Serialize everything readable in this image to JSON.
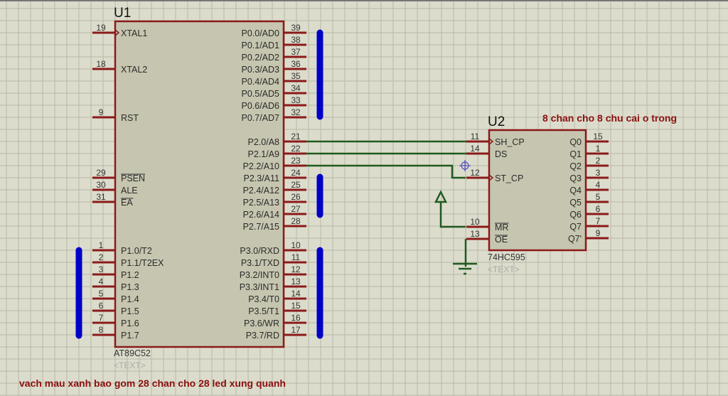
{
  "schematic": {
    "u1": {
      "ref": "U1",
      "part": "AT89C52",
      "text_placeholder": "<TEXT>",
      "left_pins": [
        {
          "num": "19",
          "label": "XTAL1",
          "clock": true
        },
        {
          "num": "18",
          "label": "XTAL2"
        },
        {
          "num": "9",
          "label": "RST"
        },
        {
          "num": "29",
          "label": "PSEN",
          "overbar": true
        },
        {
          "num": "30",
          "label": "ALE"
        },
        {
          "num": "31",
          "label": "EA",
          "overbar": true
        },
        {
          "num": "1",
          "label": "P1.0/T2"
        },
        {
          "num": "2",
          "label": "P1.1/T2EX"
        },
        {
          "num": "3",
          "label": "P1.2"
        },
        {
          "num": "4",
          "label": "P1.3"
        },
        {
          "num": "5",
          "label": "P1.4"
        },
        {
          "num": "6",
          "label": "P1.5"
        },
        {
          "num": "7",
          "label": "P1.6"
        },
        {
          "num": "8",
          "label": "P1.7"
        }
      ],
      "right_pins": [
        {
          "num": "39",
          "label": "P0.0/AD0"
        },
        {
          "num": "38",
          "label": "P0.1/AD1"
        },
        {
          "num": "37",
          "label": "P0.2/AD2"
        },
        {
          "num": "36",
          "label": "P0.3/AD3"
        },
        {
          "num": "35",
          "label": "P0.4/AD4"
        },
        {
          "num": "34",
          "label": "P0.5/AD5"
        },
        {
          "num": "33",
          "label": "P0.6/AD6"
        },
        {
          "num": "32",
          "label": "P0.7/AD7"
        },
        {
          "num": "21",
          "label": "P2.0/A8"
        },
        {
          "num": "22",
          "label": "P2.1/A9"
        },
        {
          "num": "23",
          "label": "P2.2/A10"
        },
        {
          "num": "24",
          "label": "P2.3/A11"
        },
        {
          "num": "25",
          "label": "P2.4/A12"
        },
        {
          "num": "26",
          "label": "P2.5/A13"
        },
        {
          "num": "27",
          "label": "P2.6/A14"
        },
        {
          "num": "28",
          "label": "P2.7/A15"
        },
        {
          "num": "10",
          "label": "P3.0/RXD"
        },
        {
          "num": "11",
          "label": "P3.1/TXD"
        },
        {
          "num": "12",
          "label": "P3.2/INT0"
        },
        {
          "num": "13",
          "label": "P3.3/INT1"
        },
        {
          "num": "14",
          "label": "P3.4/T0"
        },
        {
          "num": "15",
          "label": "P3.5/T1"
        },
        {
          "num": "16",
          "label": "P3.6/WR"
        },
        {
          "num": "17",
          "label": "P3.7/RD"
        }
      ]
    },
    "u2": {
      "ref": "U2",
      "part": "74HC595",
      "text_placeholder": "<TEXT>",
      "left_pins": [
        {
          "num": "11",
          "label": "SH_CP",
          "clock": true
        },
        {
          "num": "14",
          "label": "DS"
        },
        {
          "num": "12",
          "label": "ST_CP",
          "clock": true
        },
        {
          "num": "10",
          "label": "MR",
          "overbar": true
        },
        {
          "num": "13",
          "label": "OE",
          "overbar": true
        }
      ],
      "right_pins": [
        {
          "num": "15",
          "label": "Q0"
        },
        {
          "num": "1",
          "label": "Q1"
        },
        {
          "num": "2",
          "label": "Q2"
        },
        {
          "num": "3",
          "label": "Q3"
        },
        {
          "num": "4",
          "label": "Q4"
        },
        {
          "num": "5",
          "label": "Q5"
        },
        {
          "num": "6",
          "label": "Q6"
        },
        {
          "num": "7",
          "label": "Q7"
        },
        {
          "num": "9",
          "label": "Q7'"
        }
      ]
    },
    "notes": {
      "top_right": "8 chan cho 8 chu cai o trong",
      "bottom": "vach mau xanh bao gom 28 chan cho 28 led xung quanh"
    },
    "colors": {
      "background": "#dcdccc",
      "grid": "#b9b9a9",
      "chip_body": "#c6c6b0",
      "pin": "#8b1a1a",
      "wire": "#1f5a1f",
      "bus": "#0000c8",
      "note": "#8b1010"
    }
  }
}
